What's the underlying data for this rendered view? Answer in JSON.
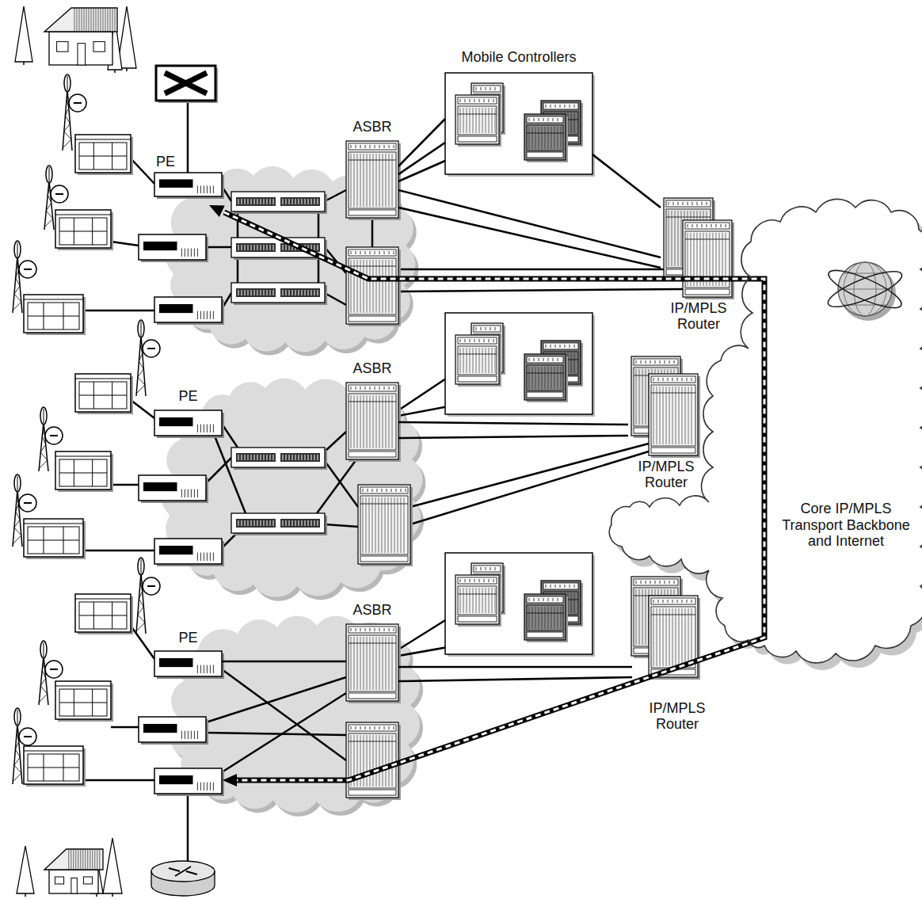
{
  "diagram": {
    "nodes": [
      {
        "text": [
          "Mobile Controllers"
        ]
      },
      {
        "text": [
          "ASBR"
        ]
      },
      {
        "text": [
          "PE"
        ]
      },
      {
        "text": [
          "IP/MPLS Router"
        ]
      },
      {
        "text": [
          "ASBR"
        ]
      },
      {
        "text": [
          "PE"
        ]
      },
      {
        "text": [
          "IP/MPLS Router"
        ]
      },
      {
        "text": [
          "Core IP/MPLS Transport Backbone and Internet"
        ]
      },
      {
        "text": [
          "ASBR"
        ]
      },
      {
        "text": [
          "PE"
        ]
      },
      {
        "text": [
          "IP/MPLS Router"
        ]
      }
    ],
    "edges": [
      {
        "from": 1,
        "to": 0,
        "arrow": "none"
      },
      {
        "from": 1,
        "to": 0,
        "arrow": "none"
      },
      {
        "from": 1,
        "to": 0,
        "arrow": "none"
      },
      {
        "from": 1,
        "to": 3,
        "arrow": "none"
      },
      {
        "from": 1,
        "to": 3,
        "arrow": "none"
      },
      {
        "from": 0,
        "to": 3,
        "arrow": "none"
      },
      {
        "from": 4,
        "to": 6,
        "arrow": "none"
      },
      {
        "from": 4,
        "to": 6,
        "arrow": "none"
      },
      {
        "from": 9,
        "to": 8,
        "arrow": "none"
      },
      {
        "from": 8,
        "to": 10,
        "arrow": "none"
      },
      {
        "from": 8,
        "to": 10,
        "arrow": "none"
      }
    ]
  }
}
